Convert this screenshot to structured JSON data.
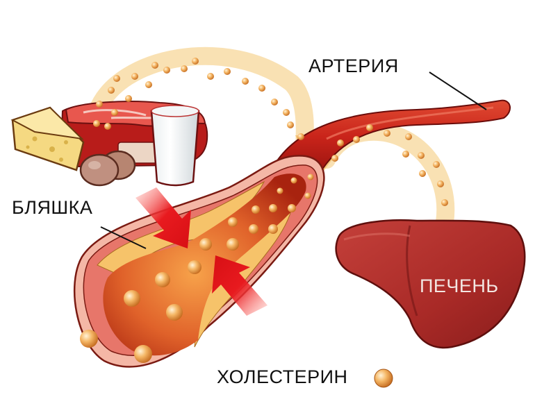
{
  "diagram": {
    "type": "medical-illustration",
    "topic": "cholesterol plaque formation in artery",
    "labels": {
      "artery": "АРТЕРИЯ",
      "plaque": "БЛЯШКА",
      "liver": "ПЕЧЕНЬ",
      "cholesterol": "ХОЛЕСТЕРИН"
    },
    "elements": [
      {
        "id": "food",
        "items": [
          "cheese",
          "meat",
          "eggs",
          "milk"
        ]
      },
      {
        "id": "artery",
        "label_key": "artery"
      },
      {
        "id": "plaque",
        "label_key": "plaque"
      },
      {
        "id": "liver",
        "label_key": "liver"
      },
      {
        "id": "cholesterol-legend",
        "label_key": "cholesterol"
      }
    ],
    "flows": [
      {
        "from": "food",
        "to": "artery"
      },
      {
        "from": "liver",
        "to": "artery"
      }
    ],
    "colors": {
      "artery": "#c8261a",
      "plaque": "#f6c36a",
      "liver": "#b3322e",
      "cholesterol": "#f0a34a",
      "flow": "#f7d69a",
      "arrow": "#e3161b"
    }
  }
}
